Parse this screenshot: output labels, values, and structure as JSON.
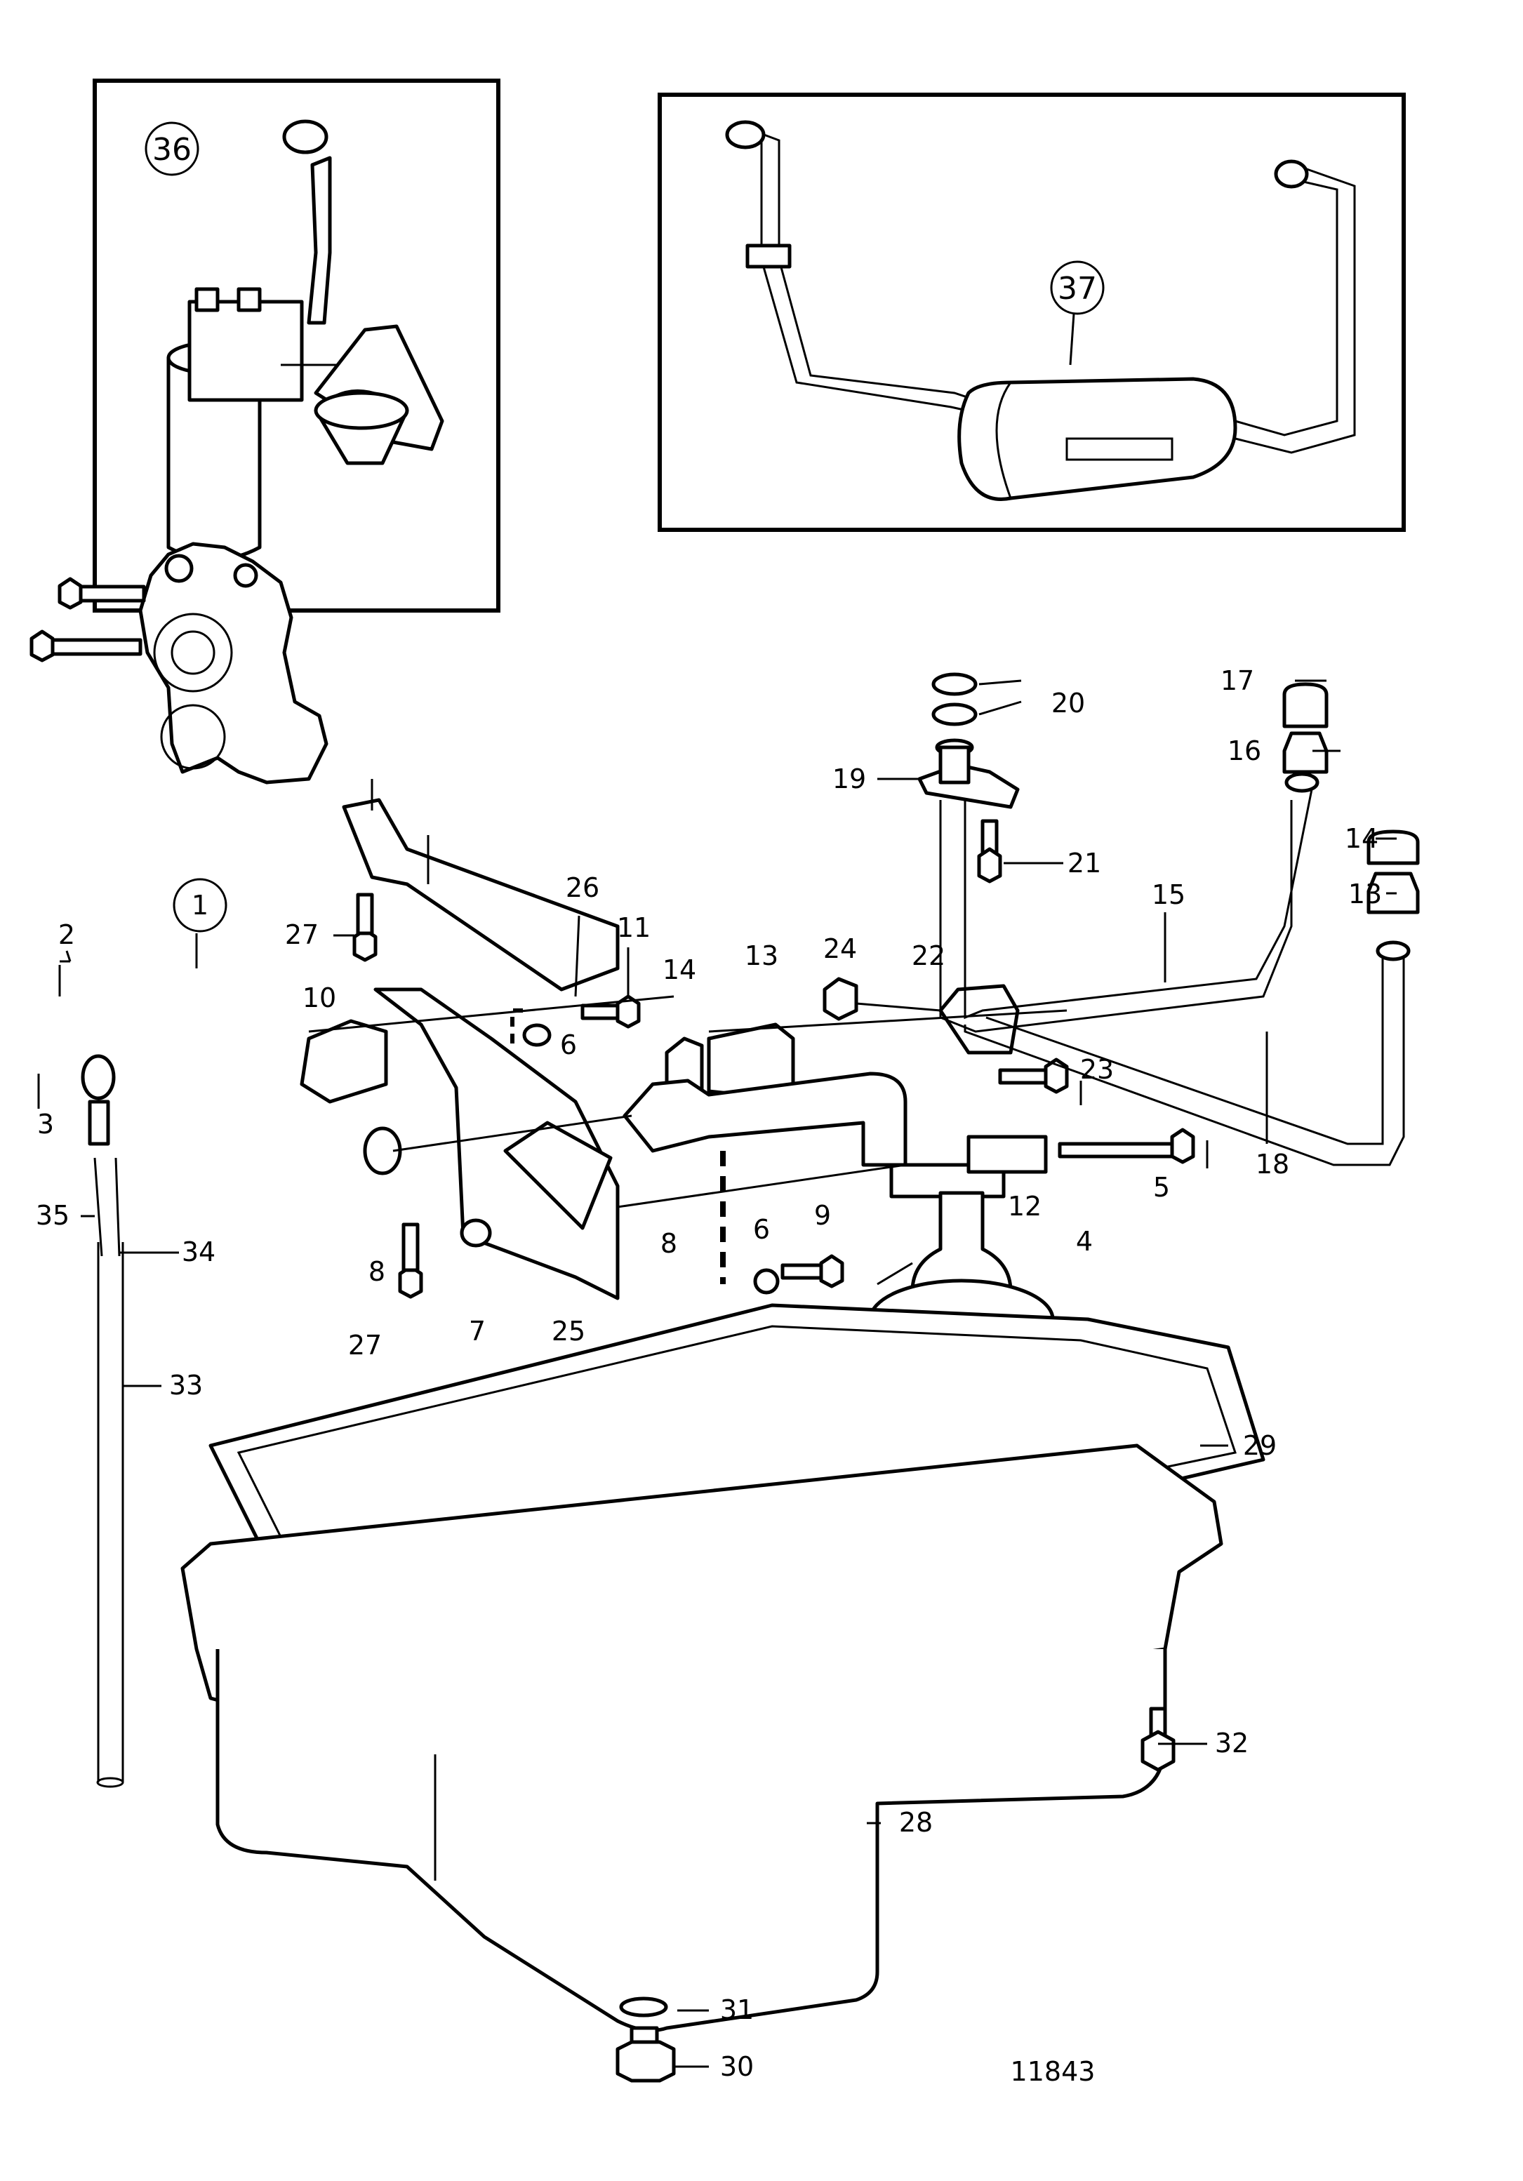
{
  "drawing_number": "11843",
  "inset_labels": {
    "oil_filter_inset": "36",
    "oil_cooler_inset": "37"
  },
  "callouts": [
    {
      "id": "c1",
      "text": "1"
    },
    {
      "id": "c2",
      "text": "2"
    },
    {
      "id": "c3",
      "text": "3"
    },
    {
      "id": "c4",
      "text": "4"
    },
    {
      "id": "c5",
      "text": "5"
    },
    {
      "id": "c6a",
      "text": "6"
    },
    {
      "id": "c6b",
      "text": "6"
    },
    {
      "id": "c7",
      "text": "7"
    },
    {
      "id": "c8a",
      "text": "8"
    },
    {
      "id": "c8b",
      "text": "8"
    },
    {
      "id": "c9",
      "text": "9"
    },
    {
      "id": "c10",
      "text": "10"
    },
    {
      "id": "c11",
      "text": "11"
    },
    {
      "id": "c12",
      "text": "12"
    },
    {
      "id": "c13a",
      "text": "13"
    },
    {
      "id": "c13b",
      "text": "13"
    },
    {
      "id": "c14a",
      "text": "14"
    },
    {
      "id": "c14b",
      "text": "14"
    },
    {
      "id": "c15",
      "text": "15"
    },
    {
      "id": "c16",
      "text": "16"
    },
    {
      "id": "c17",
      "text": "17"
    },
    {
      "id": "c18",
      "text": "18"
    },
    {
      "id": "c19",
      "text": "19"
    },
    {
      "id": "c20",
      "text": "20"
    },
    {
      "id": "c21",
      "text": "21"
    },
    {
      "id": "c22",
      "text": "22"
    },
    {
      "id": "c23",
      "text": "23"
    },
    {
      "id": "c24",
      "text": "24"
    },
    {
      "id": "c25",
      "text": "25"
    },
    {
      "id": "c26",
      "text": "26"
    },
    {
      "id": "c27a",
      "text": "27"
    },
    {
      "id": "c27b",
      "text": "27"
    },
    {
      "id": "c28",
      "text": "28"
    },
    {
      "id": "c29",
      "text": "29"
    },
    {
      "id": "c30",
      "text": "30"
    },
    {
      "id": "c31",
      "text": "31"
    },
    {
      "id": "c32",
      "text": "32"
    },
    {
      "id": "c33",
      "text": "33"
    },
    {
      "id": "c34",
      "text": "34"
    },
    {
      "id": "c35",
      "text": "35"
    }
  ]
}
